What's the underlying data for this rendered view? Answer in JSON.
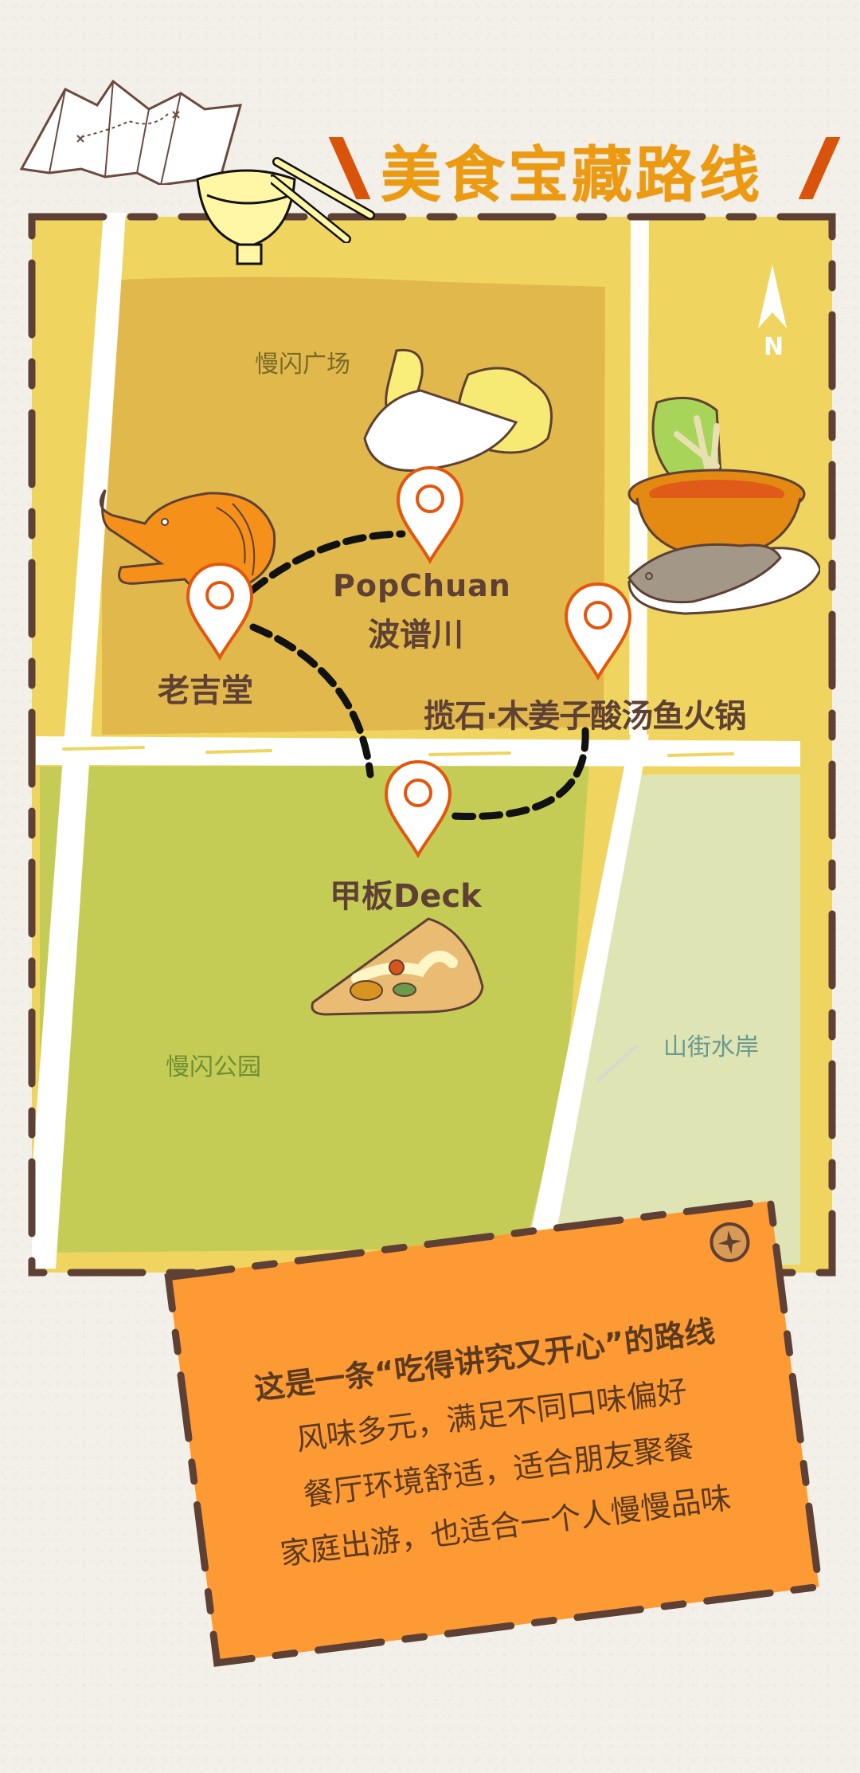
{
  "header": {
    "title": "美食宝藏路线",
    "icons": [
      "folded-map-icon",
      "rice-bowl-icon",
      "chopsticks-icon"
    ]
  },
  "colors": {
    "title": "#ec9a12",
    "title_slash": "#d9530a",
    "map_yellow": "#efd55f",
    "plaza": "#e1b84c",
    "park": "#c5cc55",
    "waterfront": "#dfe4b5",
    "road": "#ffffff",
    "pin_outline": "#e3560e",
    "route": "#111111",
    "border_dash": "#5e4034",
    "card": "#fd9a33",
    "text_dark": "#5e4034"
  },
  "map": {
    "compass": {
      "label": "N"
    },
    "areas": [
      {
        "id": "plaza",
        "label": "慢闪广场",
        "color": "#7a6a2a"
      },
      {
        "id": "park",
        "label": "慢闪公园",
        "color": "#6f8e35"
      },
      {
        "id": "waterfront",
        "label": "山街水岸",
        "color": "#6a9a8e"
      }
    ],
    "stops": [
      {
        "id": "laojitang",
        "label": "老吉堂",
        "illustration": "shrimp-icon"
      },
      {
        "id": "popchuan",
        "label_en": "PopChuan",
        "label_cn": "波谱川",
        "illustration": "cabbage-icon"
      },
      {
        "id": "lanshi",
        "label": "揽石·木姜子酸汤鱼火锅",
        "illustration": "hotpot-fish-icon"
      },
      {
        "id": "deck",
        "label": "甲板Deck",
        "illustration": "pizza-icon"
      }
    ]
  },
  "card": {
    "headline": "这是一条“吃得讲究又开心”的路线",
    "lines": [
      "风味多元，满足不同口味偏好",
      "餐厅环境舒适，适合朋友聚餐",
      "家庭出游，也适合一个人慢慢品味"
    ],
    "pin_icon": "screw-pin-icon"
  }
}
